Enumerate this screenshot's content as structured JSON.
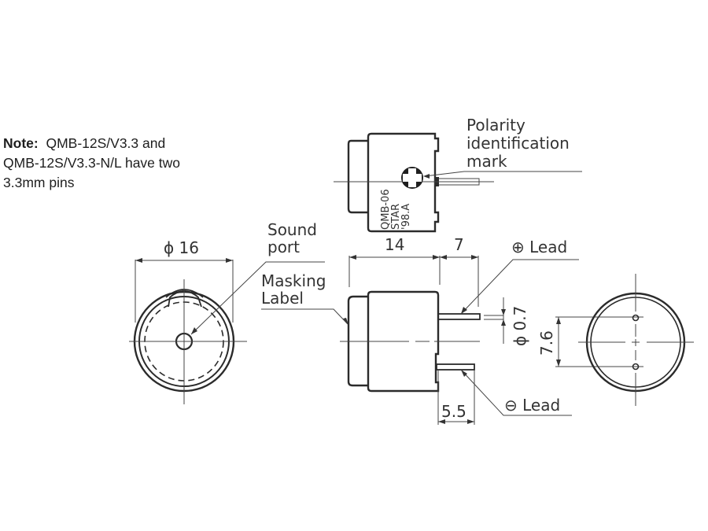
{
  "note": {
    "prefix": "Note:",
    "line1": "QMB-12S/V3.3 and",
    "line2": "QMB-12S/V3.3-N/L have two",
    "line3": "3.3mm pins"
  },
  "top_view": {
    "polarity_label_line1": "Polarity",
    "polarity_label_line2": "identification",
    "polarity_label_line3": "mark",
    "marking_line1": "QMB-06",
    "marking_line2": "STAR",
    "marking_line3": "'98.A"
  },
  "front_view": {
    "diameter_dim": "ϕ 16",
    "sound_port_line1": "Sound",
    "sound_port_line2": "port",
    "masking_label_line1": "Masking",
    "masking_label_line2": "Label"
  },
  "side_view": {
    "body_length_dim": "14",
    "lead_length_dim": "7",
    "lead_diameter_dim": "ϕ 0.7",
    "pin_spacing_dim": "7.6",
    "short_lead_dim": "5.5",
    "positive_lead_label": "⊕ Lead",
    "negative_lead_label": "⊖ Lead"
  },
  "rear_view": {
    "pin_spacing_dim": "7.6"
  },
  "colors": {
    "line": "#2b2b2b",
    "text": "#333333",
    "background": "#ffffff"
  }
}
